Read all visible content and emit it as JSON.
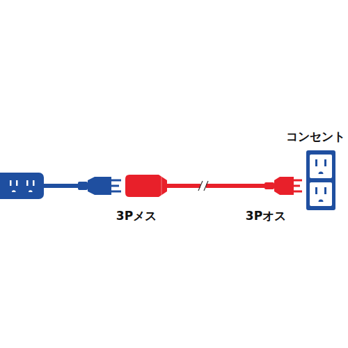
{
  "diagram": {
    "labels": [
      "3Pメス",
      "3Pオス",
      "コンセント"
    ]
  }
}
